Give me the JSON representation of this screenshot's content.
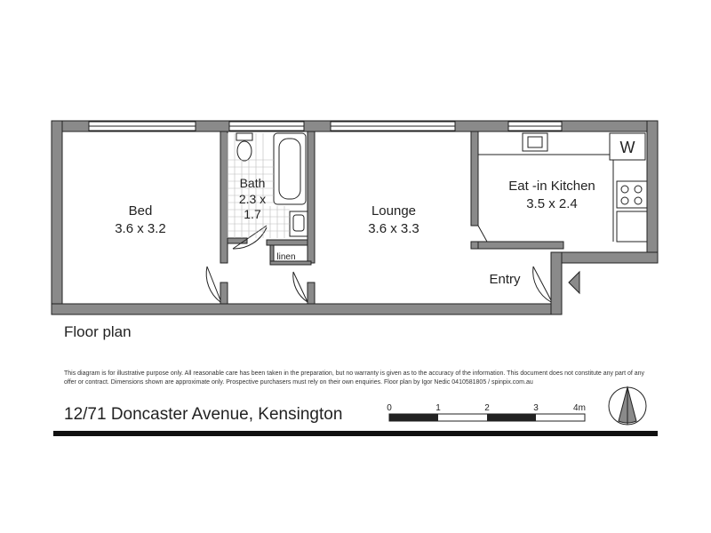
{
  "rooms": {
    "bed": {
      "name": "Bed",
      "size": "3.6 x 3.2"
    },
    "bath": {
      "name": "Bath",
      "size_line1": "2.3 x",
      "size_line2": "1.7"
    },
    "lounge": {
      "name": "Lounge",
      "size": "3.6 x 3.3"
    },
    "kitchen": {
      "name": "Eat -in Kitchen",
      "size": "3.5 x 2.4"
    },
    "linen": "linen",
    "entry": "Entry"
  },
  "washer_symbol": "W",
  "plan_title": "Floor plan",
  "disclaimer": "This diagram is for illustrative purpose only. All reasonable care has been taken in the preparation, but no warranty is given as to the accuracy of the information. This document does not constitute any part of any offer or contract. Dimensions shown are approximate only. Prospective purchasers must rely on their own enquiries. Floor plan by Igor Nedic 0410581805 / spinpix.com.au",
  "address": "12/71 Doncaster Avenue, Kensington",
  "scale": {
    "labels": [
      "0",
      "1",
      "2",
      "3",
      "4m"
    ]
  },
  "icons": {
    "north": "compass-icon",
    "entry": "entry-arrow-icon"
  }
}
